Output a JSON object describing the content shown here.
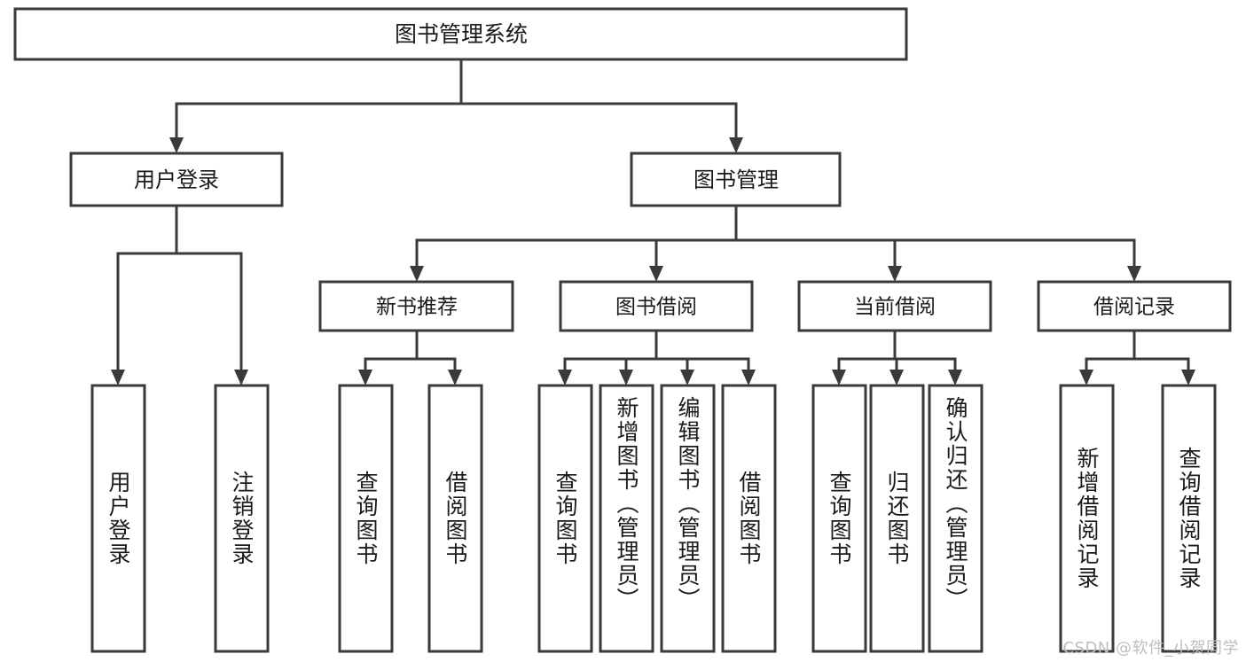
{
  "diagram": {
    "title": "图书管理系统",
    "type": "tree",
    "orientation": "top-down",
    "colors": {
      "box_fill": "#ffffff",
      "box_stroke": "#3a3a3a",
      "text": "#1a1a1a",
      "connector": "#3a3a3a",
      "background": "#ffffff",
      "watermark": "#bfbfbf"
    },
    "root": {
      "label": "图书管理系统"
    },
    "level2": [
      {
        "label": "用户登录"
      },
      {
        "label": "图书管理"
      }
    ],
    "level3": [
      {
        "label": "新书推荐"
      },
      {
        "label": "图书借阅"
      },
      {
        "label": "当前借阅"
      },
      {
        "label": "借阅记录"
      }
    ],
    "leaves": {
      "user_login": [
        {
          "label": "用户登录"
        },
        {
          "label": "注销登录"
        }
      ],
      "new_book_recommend": [
        {
          "label": "查询图书"
        },
        {
          "label": "借阅图书"
        }
      ],
      "book_borrow": [
        {
          "label": "查询图书"
        },
        {
          "label": "新增图书（管理员）"
        },
        {
          "label": "编辑图书（管理员）"
        },
        {
          "label": "借阅图书"
        }
      ],
      "current_borrow": [
        {
          "label": "查询图书"
        },
        {
          "label": "归还图书"
        },
        {
          "label": "确认归还（管理员）"
        }
      ],
      "borrow_record": [
        {
          "label": "新增借阅记录"
        },
        {
          "label": "查询借阅记录"
        }
      ]
    }
  },
  "watermark": {
    "text": "CSDN @软件_小贺同学"
  }
}
